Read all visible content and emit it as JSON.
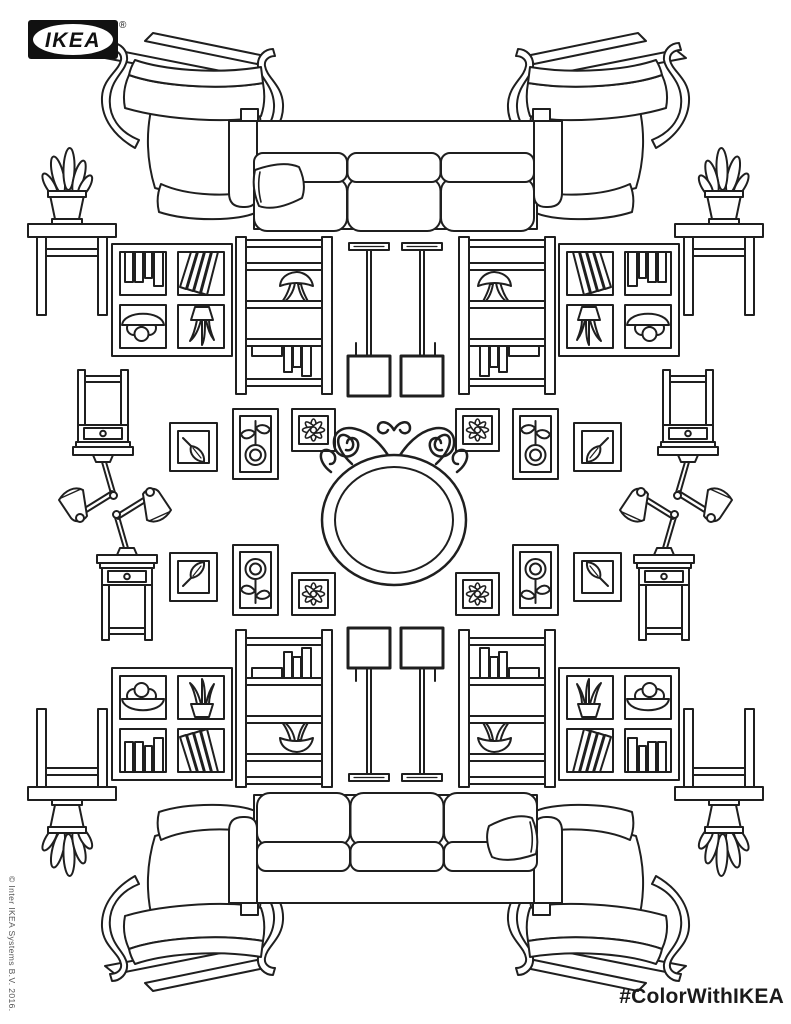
{
  "page": {
    "background": "#ffffff",
    "ink": "#1f1f1f"
  },
  "header": {
    "logo_text": "IKEA",
    "registered_mark": "®"
  },
  "footer": {
    "hashtag": "#ColorWithIKEA",
    "copyright": "© Inter IKEA Systems B.V. 2016."
  },
  "illustration": {
    "description": "Black line-art IKEA furniture arranged as a symmetric coloring-page mandala",
    "items": [
      "poang-armchair",
      "three-seat-sofa",
      "throw-pillow",
      "side-table-with-potted-plant",
      "kallax-cube-shelf",
      "bookshelf",
      "floor-lamp",
      "nightstand-with-work-lamp",
      "round-ornate-mirror",
      "picture-frame-leaf",
      "picture-frame-flower-tall",
      "picture-frame-blossom",
      "fruit-bowl",
      "books",
      "bowl-plant",
      "table-lamp"
    ]
  }
}
